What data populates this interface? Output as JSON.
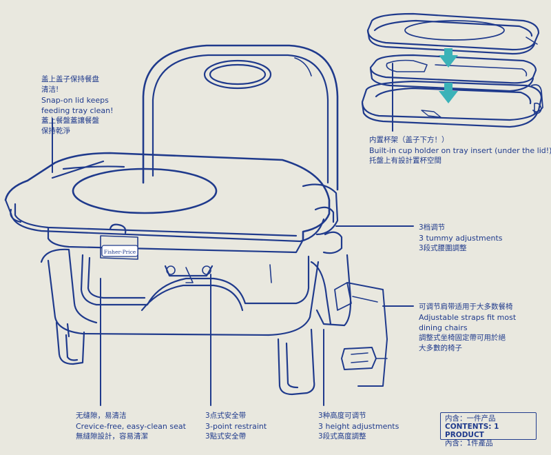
{
  "palette": {
    "background": "#e9e8df",
    "ink": "#1f3a8c",
    "arrow": "#3bb2b8"
  },
  "brand": {
    "logo": "Fisher-Price"
  },
  "callouts": {
    "lid": {
      "zh_simplified": "盖上盖子保持餐盘清洁!",
      "line1": "盖上盖子保持餐盘",
      "line2": "清洁!",
      "en_line1": "Snap-on lid keeps",
      "en_line2": "feeding tray clean!",
      "zh_trad_line1": "蓋上餐盤蓋讓餐盤",
      "zh_trad_line2": "保持乾淨"
    },
    "cup_holder": {
      "zh_simplified": "内置杯架（盖子下方！）",
      "en": "Built-in cup holder on tray insert (under the lid!)",
      "zh_traditional": "托盤上有設計置杯空間"
    },
    "tummy": {
      "zh_simplified": "3档调节",
      "en": "3 tummy adjustments",
      "zh_traditional": "3段式腰圍調整"
    },
    "straps": {
      "zh_simplified": "可调节肩带适用于大多数餐椅",
      "en_line1": "Adjustable straps fit most",
      "en_line2": "dining chairs",
      "zh_trad_line1": "調整式坐椅固定帶可用於絕",
      "zh_trad_line2": "大多數的椅子"
    },
    "seat": {
      "zh_simplified": "无缝隙，易清洁",
      "en": "Crevice-free, easy-clean seat",
      "zh_traditional": "無縫隙設計，容易清潔"
    },
    "restraint": {
      "zh_simplified": "3点式安全带",
      "en": "3-point restraint",
      "zh_traditional": "3點式安全帶"
    },
    "height": {
      "zh_simplified": "3种高度可调节",
      "en": "3 height adjustments",
      "zh_traditional": "3段式高度調整"
    }
  },
  "contents": {
    "zh_simplified": "内含：一件产品",
    "en": "CONTENTS: 1 PRODUCT",
    "zh_traditional": "內含：1件產品"
  }
}
